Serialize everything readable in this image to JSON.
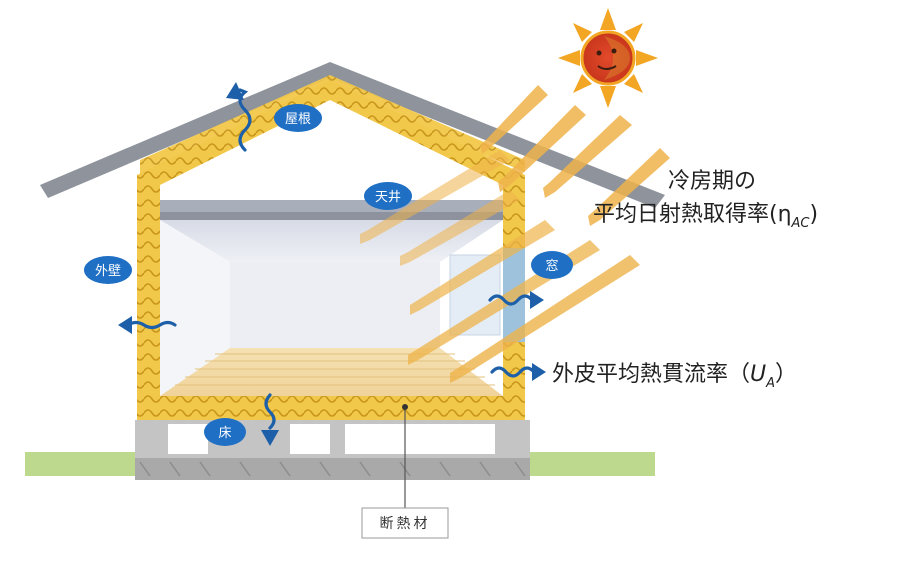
{
  "labels": {
    "roof": "屋根",
    "ceiling": "天井",
    "wall": "外壁",
    "window": "窓",
    "floor": "床",
    "insulation": "断熱材"
  },
  "annotations": {
    "cooling_line1": "冷房期の",
    "cooling_line2_main": "平均日射熱取得率(η",
    "cooling_line2_sub": "AC",
    "cooling_line2_end": ")",
    "ua_main": "外皮平均熱貫流率（",
    "ua_var": "U",
    "ua_sub": "A",
    "ua_end": "）"
  },
  "colors": {
    "insulation": "#f0c43a",
    "insulation_pattern": "#c8961c",
    "roof": "#8e939c",
    "badge": "#1f6fc4",
    "heat_arrow": "#1d5fa8",
    "sun_arrow": "#eeb34a",
    "ground": "#bdd98e",
    "foundation": "#b8b8b8"
  },
  "icons": {
    "sun": "sun-icon",
    "heat_flow": "wavy-arrow-icon"
  }
}
